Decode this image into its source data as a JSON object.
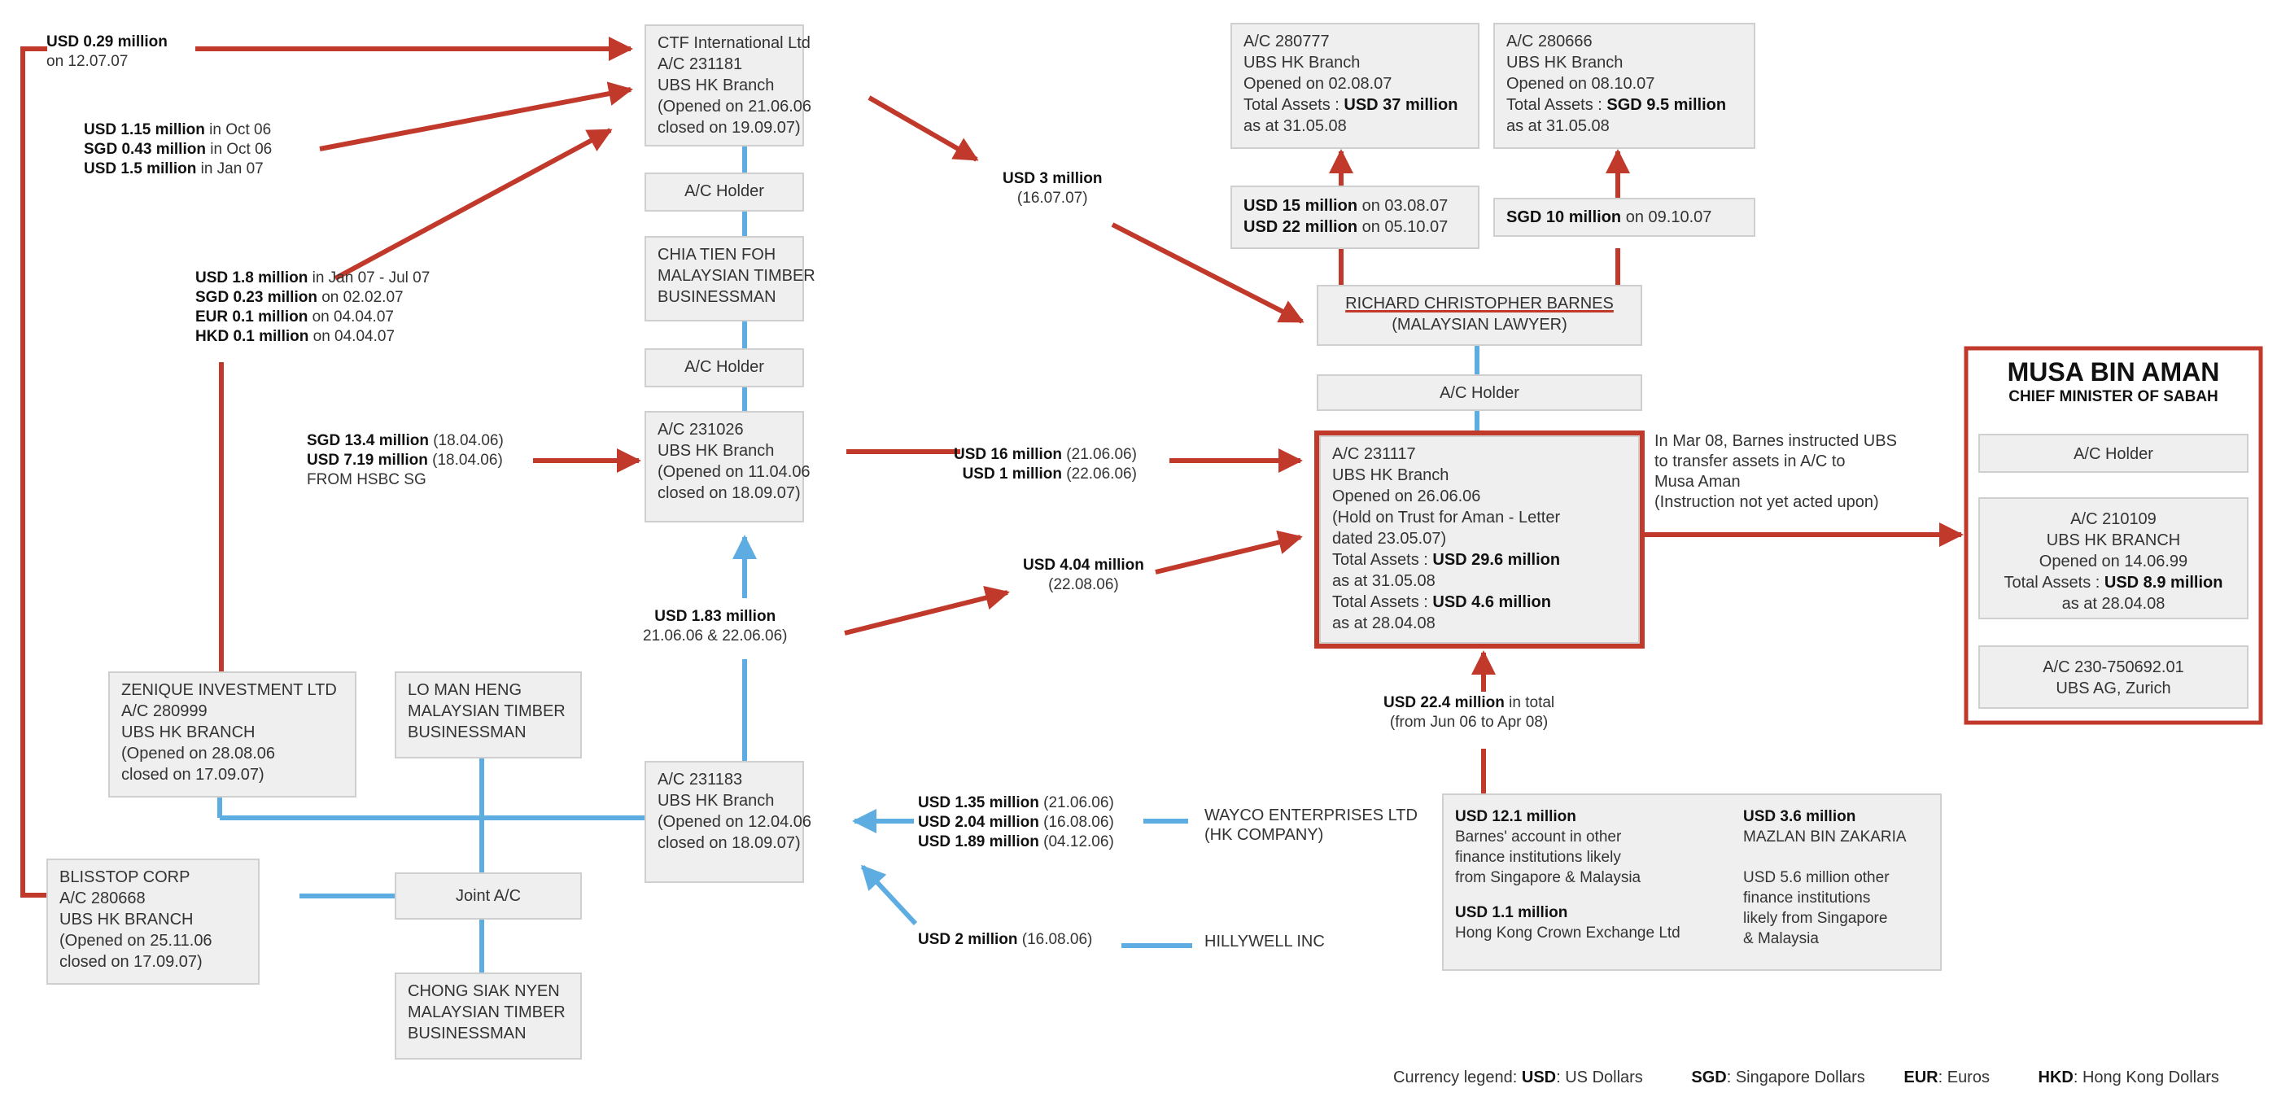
{
  "transfers": {
    "usd029": {
      "amount": "USD 0.29 million",
      "date": "on 12.07.07"
    },
    "ctf_in": [
      {
        "amount": "USD 1.15 million",
        "note": " in Oct 06"
      },
      {
        "amount": "SGD 0.43 million",
        "note": " in Oct 06"
      },
      {
        "amount": "USD 1.5 million",
        "note": " in Jan 07"
      }
    ],
    "zenique": [
      {
        "amount": "USD 1.8 million",
        "note": " in Jan 07 - Jul 07"
      },
      {
        "amount": "SGD 0.23 million",
        "note": " on 02.02.07"
      },
      {
        "amount": "EUR 0.1 million",
        "note": " on 04.04.07"
      },
      {
        "amount": "HKD 0.1 million",
        "note": " on 04.04.07"
      }
    ],
    "hsbc": [
      {
        "amount": "SGD 13.4 million",
        "note": " (18.04.06)"
      },
      {
        "amount": "USD 7.19 million",
        "note": " (18.04.06)"
      },
      {
        "amount": "",
        "note": "FROM HSBC SG"
      }
    ],
    "usd3": {
      "amount": "USD 3 million",
      "date": "(16.07.07)"
    },
    "usd16": [
      {
        "amount": "USD 16 million",
        "note": " (21.06.06)"
      },
      {
        "amount": "USD 1 million",
        "note": " (22.06.06)"
      }
    ],
    "usd404": {
      "amount": "USD 4.04 million",
      "date": "(22.08.06)"
    },
    "usd183": {
      "amount": "USD 1.83 million",
      "date": "21.06.06 & 22.06.06)"
    },
    "barnes_280777": [
      {
        "amount": "USD 15 million",
        "note": " on 03.08.07"
      },
      {
        "amount": "USD 22 million",
        "note": " on 05.10.07"
      }
    ],
    "barnes_280666": {
      "amount": "SGD 10 million",
      "note": " on 09.10.07"
    },
    "usd224": {
      "amount": "USD 22.4 million",
      "note": " in total",
      "date": "(from Jun 06 to Apr 08)"
    },
    "wayco": [
      {
        "amount": "USD 1.35 million",
        "note": " (21.06.06)"
      },
      {
        "amount": "USD 2.04 million",
        "note": " (16.08.06)"
      },
      {
        "amount": "USD 1.89 million",
        "note": " (04.12.06)"
      }
    ],
    "hillywell": {
      "amount": "USD 2 million",
      "note": " (16.08.06)"
    }
  },
  "boxes": {
    "ctf": [
      "CTF International Ltd",
      "A/C 231181",
      "UBS HK Branch",
      "(Opened on 21.06.06",
      "closed on 19.09.07)"
    ],
    "ac_holder_1": "A/C Holder",
    "chia": [
      "CHIA TIEN FOH",
      "MALAYSIAN TIMBER",
      "BUSINESSMAN"
    ],
    "ac_holder_2": "A/C Holder",
    "ac231026": [
      "A/C 231026",
      "UBS HK Branch",
      "(Opened on 11.04.06",
      "closed on 18.09.07)"
    ],
    "zenique": [
      "ZENIQUE INVESTMENT LTD",
      "A/C 280999",
      "UBS HK BRANCH",
      "(Opened on 28.08.06",
      "closed on 17.09.07)"
    ],
    "lo": [
      "LO MAN HENG",
      "MALAYSIAN TIMBER",
      "BUSINESSMAN"
    ],
    "ac231183": [
      "A/C 231183",
      "UBS HK Branch",
      "(Opened on 12.04.06",
      "closed on 18.09.07)"
    ],
    "blisstop": [
      "BLISSTOP CORP",
      "A/C 280668",
      "UBS HK BRANCH",
      "(Opened on 25.11.06",
      "closed on 17.09.07)"
    ],
    "joint": "Joint A/C",
    "chong": [
      "CHONG SIAK NYEN",
      "MALAYSIAN TIMBER",
      "BUSINESSMAN"
    ],
    "ac280777": {
      "lines": [
        "A/C 280777",
        "UBS HK Branch",
        "Opened on 02.08.07"
      ],
      "assets_label": "Total Assets : ",
      "assets_value": "USD 37 million",
      "asat": "as at 31.05.08"
    },
    "ac280666": {
      "lines": [
        "A/C 280666",
        "UBS HK Branch",
        "Opened on 08.10.07"
      ],
      "assets_label": "Total Assets : ",
      "assets_value": "SGD 9.5 million",
      "asat": "as at 31.05.08"
    },
    "barnes": {
      "name": "RICHARD CHRISTOPHER BARNES",
      "role": "(MALAYSIAN LAWYER)"
    },
    "ac_holder_3": "A/C Holder",
    "ac231117": {
      "lines": [
        "A/C 231117",
        "UBS HK Branch",
        "Opened on 26.06.06",
        "(Hold on Trust for Aman - Letter",
        "dated 23.05.07)"
      ],
      "assets1_label": "Total Assets : ",
      "assets1_value": "USD 29.6 million",
      "asat1": "as at 31.05.08",
      "assets2_label": "Total Assets : ",
      "assets2_value": "USD 4.6 million",
      "asat2": "as at 28.04.08"
    },
    "wayco": [
      "WAYCO ENTERPRISES LTD",
      "(HK COMPANY)"
    ],
    "hillywell": "HILLYWELL INC",
    "sources": {
      "a_amount": "USD 12.1 million",
      "a_lines": [
        "Barnes' account in other",
        "finance institutions likely",
        "from Singapore & Malaysia"
      ],
      "b_amount": "USD 1.1 million",
      "b_line": "Hong Kong Crown Exchange Ltd",
      "c_amount": "USD 3.6 million",
      "c_line": "MAZLAN BIN ZAKARIA",
      "d_lines": [
        "USD 5.6 million other",
        "finance institutions",
        "likely from Singapore",
        "& Malaysia"
      ]
    },
    "instruction": [
      "In Mar 08, Barnes instructed UBS",
      "to transfer assets in A/C to",
      "Musa Aman",
      "(Instruction not yet acted upon)"
    ],
    "musa": {
      "name": "MUSA BIN AMAN",
      "title": "CHIEF MINISTER OF SABAH",
      "holder": "A/C Holder",
      "ac210109": {
        "lines": [
          "A/C 210109",
          "UBS HK BRANCH",
          "Opened on 14.06.99"
        ],
        "assets_label": "Total Assets : ",
        "assets_value": "USD 8.9 million",
        "asat": "as at 28.04.08"
      },
      "zurich": [
        "A/C 230-750692.01",
        "UBS AG, Zurich"
      ]
    }
  },
  "legend": {
    "prefix": "Currency legend: ",
    "items": [
      {
        "code": "USD",
        "desc": ": US Dollars"
      },
      {
        "code": "SGD",
        "desc": ": Singapore Dollars"
      },
      {
        "code": "EUR",
        "desc": ": Euros"
      },
      {
        "code": "HKD",
        "desc": ": Hong Kong Dollars"
      }
    ]
  },
  "colors": {
    "red": "#c0392b",
    "blue": "#5dade2",
    "box_bg": "#efefef"
  }
}
